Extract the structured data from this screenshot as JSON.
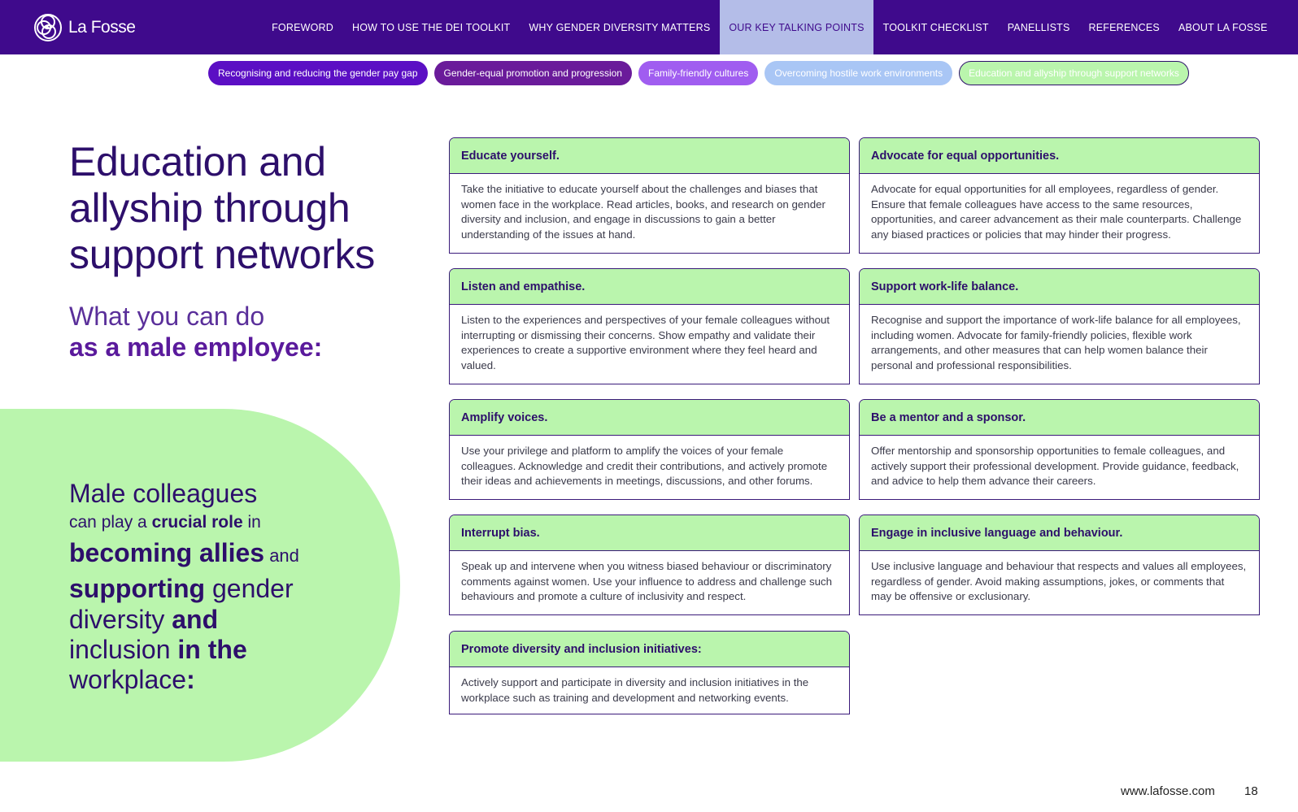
{
  "brand": {
    "name": "La Fosse"
  },
  "nav": {
    "items": [
      {
        "label": "FOREWORD",
        "active": false
      },
      {
        "label": "HOW TO USE THE DEI TOOLKIT",
        "active": false
      },
      {
        "label": "WHY GENDER DIVERSITY MATTERS",
        "active": false
      },
      {
        "label": "OUR KEY TALKING POINTS",
        "active": true
      },
      {
        "label": "TOOLKIT CHECKLIST",
        "active": false
      },
      {
        "label": "PANELLISTS",
        "active": false
      },
      {
        "label": "REFERENCES",
        "active": false
      },
      {
        "label": "ABOUT LA FOSSE",
        "active": false
      }
    ]
  },
  "pills": [
    {
      "label": "Recognising and reducing the gender pay gap",
      "bg": "#5b0fc4",
      "fg": "#ffffff"
    },
    {
      "label": "Gender-equal promotion and progression",
      "bg": "#6a1b9a",
      "fg": "#ffffff"
    },
    {
      "label": "Family-friendly cultures",
      "bg": "#a05df0",
      "fg": "#ffffff"
    },
    {
      "label": "Overcoming hostile work environments",
      "bg": "#a9c6f5",
      "fg": "#ffffff"
    },
    {
      "label": "Education and allyship through support networks",
      "bg": "#baf5ad",
      "fg": "#ffffff",
      "border": "#2d0f6b"
    }
  ],
  "page": {
    "title_lines": [
      "Education and",
      "allyship through",
      "support networks"
    ],
    "subtitle_line1": "What you can do",
    "subtitle_line2": "as a male employee:",
    "callout": {
      "l1": "Male colleagues",
      "l2_a": "can play a ",
      "l2_b": "crucial role",
      "l2_c": " in",
      "l3_a": "becoming allies",
      "l3_b": " and",
      "l4_a": "supporting",
      "l4_b": " gender",
      "l5_a": "diversity ",
      "l5_b": "and",
      "l6_a": "inclusion ",
      "l6_b": "in the",
      "l7_a": "workplace",
      "l7_b": ":"
    }
  },
  "cards": [
    {
      "title": "Educate yourself.",
      "body": "Take the initiative to educate yourself about the challenges and biases that women face in the workplace. Read articles, books, and research on gender diversity and inclusion, and engage in discussions to gain a better understanding of the issues at hand."
    },
    {
      "title": "Advocate for equal opportunities.",
      "body": "Advocate for equal opportunities for all employees, regardless of gender. Ensure that female colleagues have access to the same resources, opportunities, and career advancement as their male counterparts. Challenge any biased practices or policies that may hinder their progress."
    },
    {
      "title": "Listen and empathise.",
      "body": "Listen to the experiences and perspectives of your female colleagues without interrupting or dismissing their concerns. Show empathy and validate their experiences to create a supportive environment where they feel heard and valued."
    },
    {
      "title": "Support work-life balance.",
      "body": "Recognise and support the importance of work-life balance for all employees, including women. Advocate for family-friendly policies, flexible work arrangements, and other measures that can help women balance their personal and professional responsibilities."
    },
    {
      "title": "Amplify voices.",
      "body": "Use your privilege and platform to amplify the voices of your female colleagues. Acknowledge and credit their contributions, and actively promote their ideas and achievements in meetings, discussions, and other forums."
    },
    {
      "title": "Be a mentor and a sponsor.",
      "body": "Offer mentorship and sponsorship opportunities to female colleagues, and actively support their professional development. Provide guidance, feedback, and advice to help them advance their careers."
    },
    {
      "title": "Interrupt bias.",
      "body": "Speak up and intervene when you witness biased behaviour or discriminatory comments against women. Use your influence to address and challenge such behaviours and promote a culture of inclusivity and respect."
    },
    {
      "title": "Engage in inclusive language and behaviour.",
      "body": "Use inclusive language and behaviour that respects and values all employees, regardless of gender. Avoid making assumptions, jokes, or comments that may be offensive or exclusionary."
    },
    {
      "title": "Promote diversity and inclusion initiatives:",
      "body": "Actively support and participate in diversity and inclusion initiatives in the workplace such as training and development and networking events."
    }
  ],
  "footer": {
    "url": "www.lafosse.com",
    "page_number": "18"
  }
}
